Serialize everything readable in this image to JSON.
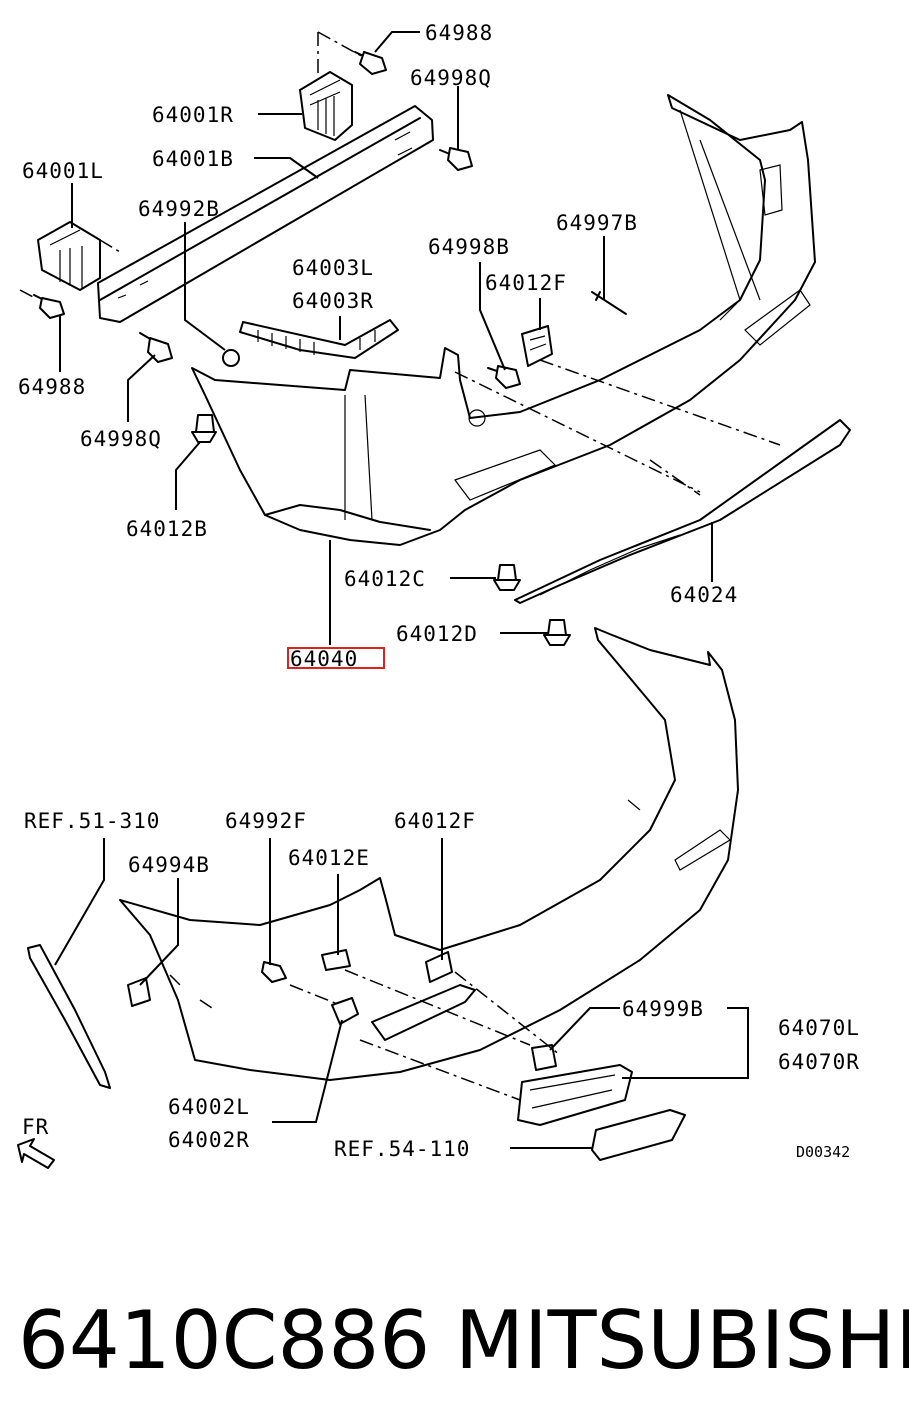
{
  "labels": {
    "p64988_top": "64988",
    "p64998q_top": "64998Q",
    "p64001r": "64001R",
    "p64001b": "64001B",
    "p64001l": "64001L",
    "p64992b": "64992B",
    "p64003l": "64003L",
    "p64003r": "64003R",
    "p64998b": "64998B",
    "p64997b": "64997B",
    "p64012f_top": "64012F",
    "p64988_left": "64988",
    "p64998q_left": "64998Q",
    "p64012b": "64012B",
    "p64012c": "64012C",
    "p64024": "64024",
    "p64012d": "64012D",
    "p64040": "64040",
    "ref51": "REF.51-310",
    "p64992f": "64992F",
    "p64012f_bottom": "64012F",
    "p64994b": "64994B",
    "p64012e": "64012E",
    "p64999b": "64999B",
    "p64070l": "64070L",
    "p64070r": "64070R",
    "p64002l": "64002L",
    "p64002r": "64002R",
    "ref54": "REF.54-110",
    "fr": "FR",
    "diagram_code": "D00342"
  },
  "footer": {
    "part_number": "6410C886",
    "brand": "MITSUBISHI"
  },
  "colors": {
    "line": "#000000",
    "highlight": "#e0201c",
    "background": "#ffffff"
  }
}
